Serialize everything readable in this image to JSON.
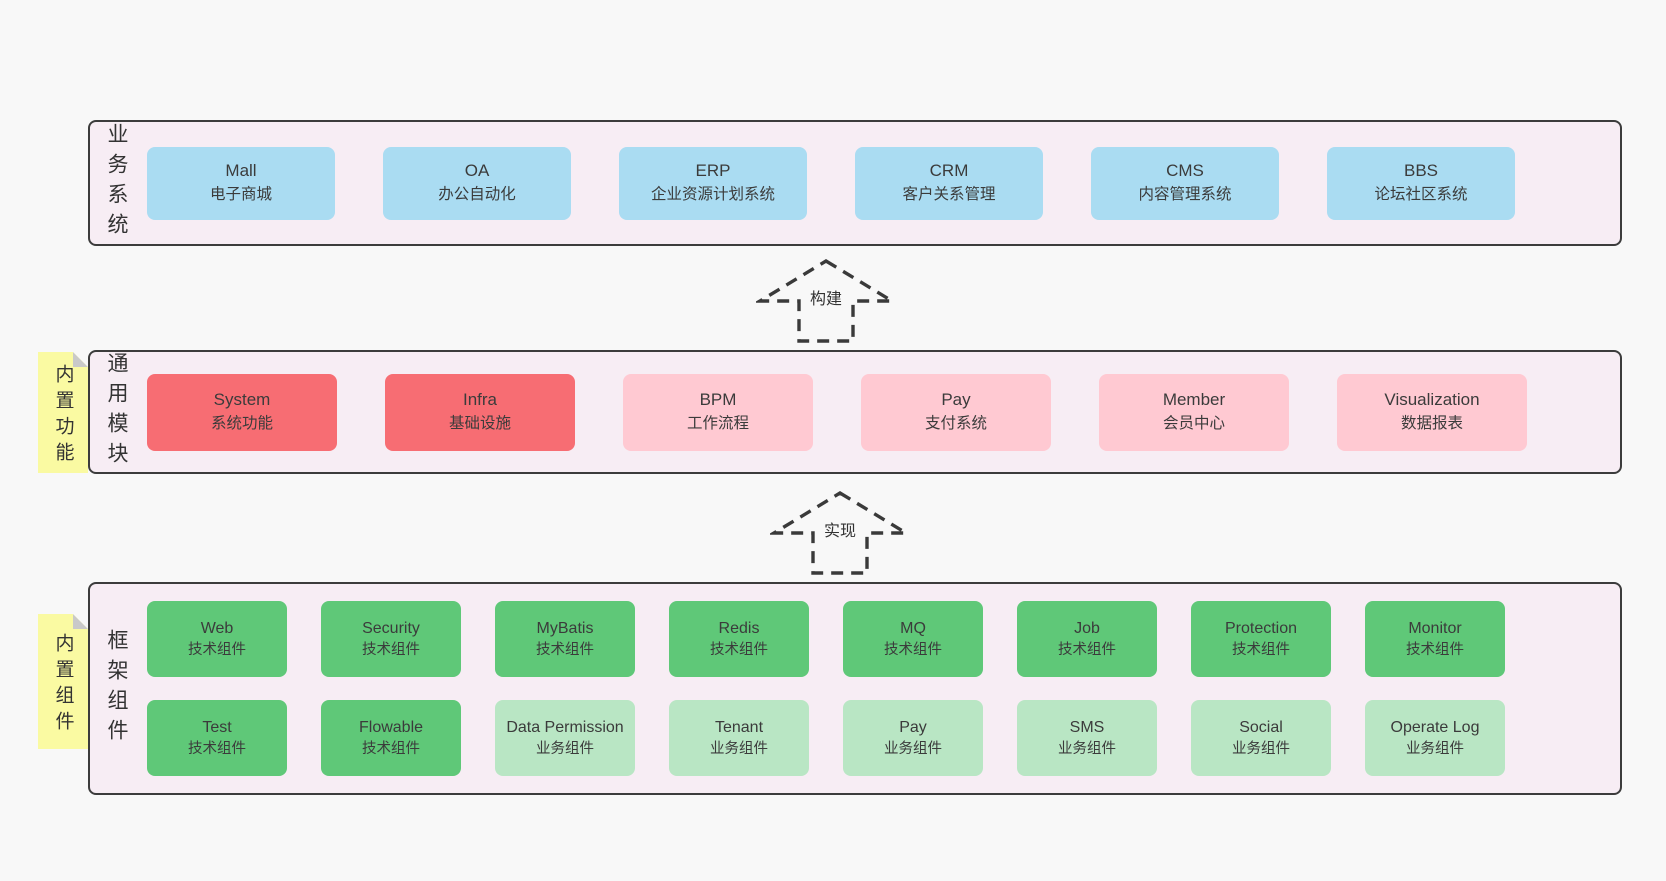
{
  "colors": {
    "page_bg": "#f8f8f8",
    "panel_bg": "#f7edf4",
    "panel_border": "#3c3c3c",
    "box_blue": "#aadcf2",
    "box_red": "#f76d73",
    "box_pink": "#ffc9d2",
    "box_green_dark": "#5fc878",
    "box_green_light": "#b9e6c4",
    "note_yellow": "#fafaa2",
    "note_fold_gray": "#c9c9c9",
    "arrow_stroke": "#3a3a3a",
    "text": "#3b3b3b"
  },
  "arrows": [
    {
      "label": "构建"
    },
    {
      "label": "实现"
    }
  ],
  "panels": {
    "business": {
      "label": "业务系统",
      "boxes": [
        {
          "name": "Mall",
          "desc": "电子商城",
          "variant": "blue"
        },
        {
          "name": "OA",
          "desc": "办公自动化",
          "variant": "blue"
        },
        {
          "name": "ERP",
          "desc": "企业资源计划系统",
          "variant": "blue"
        },
        {
          "name": "CRM",
          "desc": "客户关系管理",
          "variant": "blue"
        },
        {
          "name": "CMS",
          "desc": "内容管理系统",
          "variant": "blue"
        },
        {
          "name": "BBS",
          "desc": "论坛社区系统",
          "variant": "blue"
        }
      ]
    },
    "common": {
      "note": "内置功能",
      "label": "通用模块",
      "boxes": [
        {
          "name": "System",
          "desc": "系统功能",
          "variant": "red"
        },
        {
          "name": "Infra",
          "desc": "基础设施",
          "variant": "red"
        },
        {
          "name": "BPM",
          "desc": "工作流程",
          "variant": "pink"
        },
        {
          "name": "Pay",
          "desc": "支付系统",
          "variant": "pink"
        },
        {
          "name": "Member",
          "desc": "会员中心",
          "variant": "pink"
        },
        {
          "name": "Visualization",
          "desc": "数据报表",
          "variant": "pink"
        }
      ]
    },
    "framework": {
      "note": "内置组件",
      "label": "框架组件",
      "rows": [
        [
          {
            "name": "Web",
            "desc": "技术组件",
            "variant": "green-dark"
          },
          {
            "name": "Security",
            "desc": "技术组件",
            "variant": "green-dark"
          },
          {
            "name": "MyBatis",
            "desc": "技术组件",
            "variant": "green-dark"
          },
          {
            "name": "Redis",
            "desc": "技术组件",
            "variant": "green-dark"
          },
          {
            "name": "MQ",
            "desc": "技术组件",
            "variant": "green-dark"
          },
          {
            "name": "Job",
            "desc": "技术组件",
            "variant": "green-dark"
          },
          {
            "name": "Protection",
            "desc": "技术组件",
            "variant": "green-dark"
          },
          {
            "name": "Monitor",
            "desc": "技术组件",
            "variant": "green-dark"
          }
        ],
        [
          {
            "name": "Test",
            "desc": "技术组件",
            "variant": "green-dark"
          },
          {
            "name": "Flowable",
            "desc": "技术组件",
            "variant": "green-dark"
          },
          {
            "name": "Data Permission",
            "desc": "业务组件",
            "variant": "green-light"
          },
          {
            "name": "Tenant",
            "desc": "业务组件",
            "variant": "green-light"
          },
          {
            "name": "Pay",
            "desc": "业务组件",
            "variant": "green-light"
          },
          {
            "name": "SMS",
            "desc": "业务组件",
            "variant": "green-light"
          },
          {
            "name": "Social",
            "desc": "业务组件",
            "variant": "green-light"
          },
          {
            "name": "Operate Log",
            "desc": "业务组件",
            "variant": "green-light"
          }
        ]
      ]
    }
  }
}
